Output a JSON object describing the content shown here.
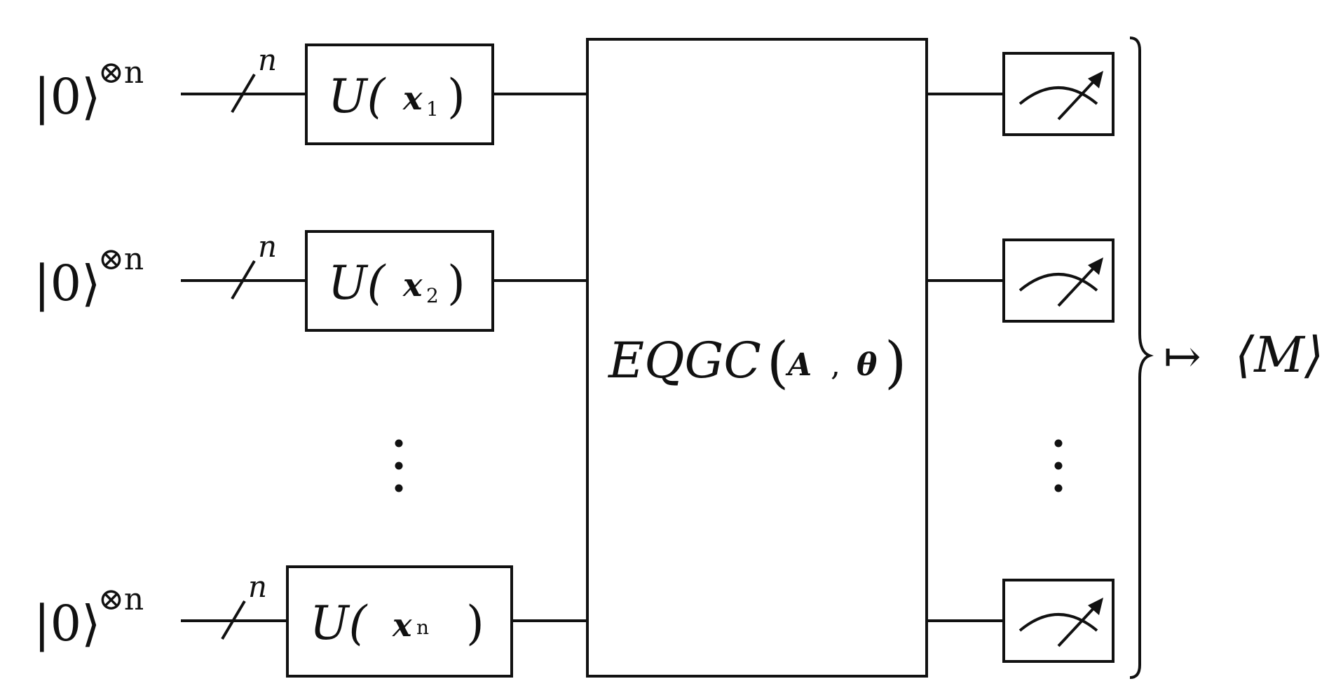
{
  "qubits": [
    {
      "ket": "|0⟩",
      "power": "⊗n",
      "register": "n",
      "gate": "U(",
      "arg": "x",
      "sub": "1",
      "close": ")"
    },
    {
      "ket": "|0⟩",
      "power": "⊗n",
      "register": "n",
      "gate": "U(",
      "arg": "x",
      "sub": "2",
      "close": ")"
    },
    {
      "ket": "|0⟩",
      "power": "⊗n",
      "register": "n",
      "gate": "U(",
      "arg": "x",
      "sub": "n",
      "close": ")"
    }
  ],
  "vdots": "⋮",
  "block": {
    "name": "EQGC",
    "open": "(",
    "arg1": "A",
    "comma": ",",
    "arg2": "θ",
    "close": ")"
  },
  "output": {
    "maps_to": "↦",
    "expectation": "⟨M⟩"
  }
}
